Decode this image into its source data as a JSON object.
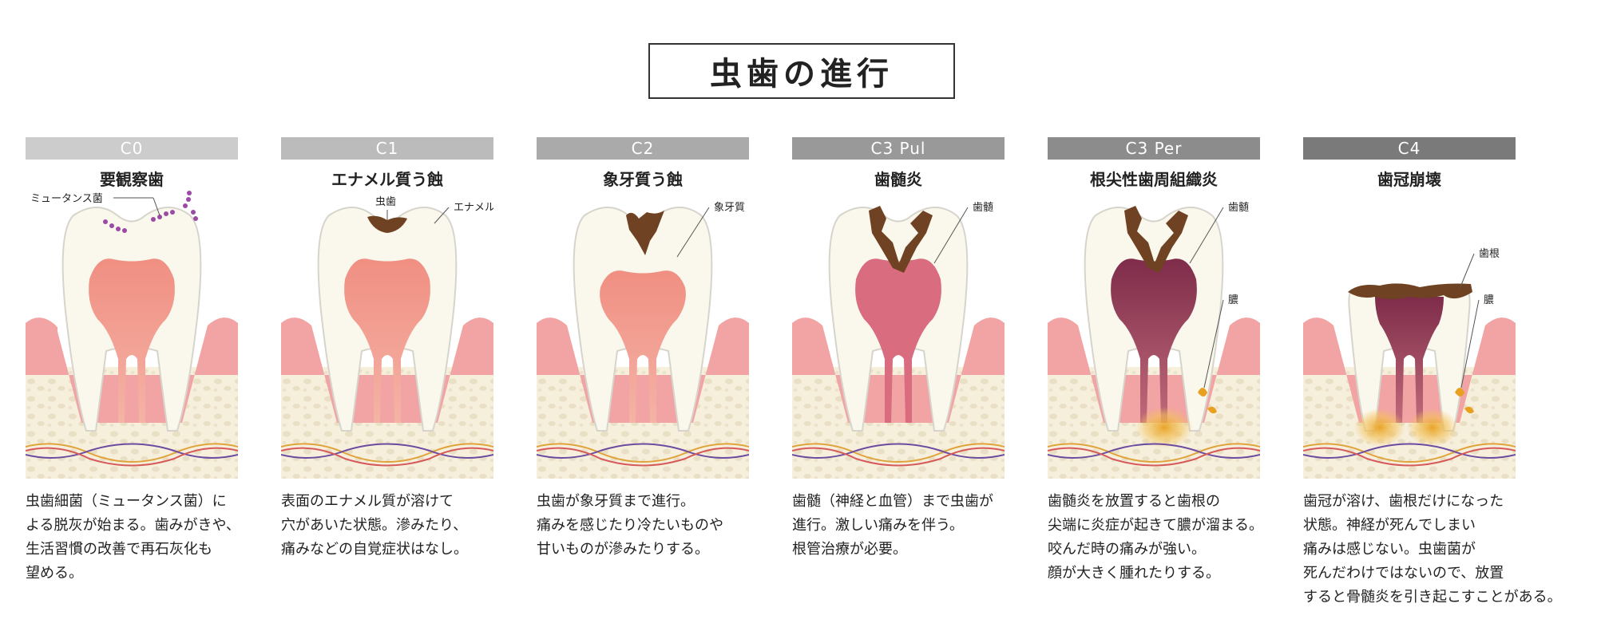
{
  "title": "虫歯の進行",
  "colors": {
    "label_c0": "#cccccc",
    "label_c1": "#bbbbbb",
    "label_c2": "#aaaaaa",
    "label_c3pul": "#999999",
    "label_c3per": "#8c8c8c",
    "label_c4": "#7a7a7a",
    "gum": "#f2a3a3",
    "bone": "#f4ecd9",
    "enamel": "#faf7ec",
    "dentin": "#f7f2dc",
    "pulp": "#ef9a8e",
    "decay": "#6e4222",
    "pus": "#f0b43a"
  },
  "stages": [
    {
      "label": "C0",
      "name": "要観察歯",
      "callouts": [
        "ミュータンス菌"
      ],
      "desc": [
        "虫歯細菌（ミュータンス菌）に",
        "よる脱灰が始まる。歯みがきや、",
        "生活習慣の改善で再石灰化も",
        "望める。"
      ]
    },
    {
      "label": "C1",
      "name": "エナメル質う蝕",
      "callouts": [
        "虫歯",
        "エナメル質"
      ],
      "desc": [
        "表面のエナメル質が溶けて",
        "穴があいた状態。滲みたり、",
        "痛みなどの自覚症状はなし。"
      ]
    },
    {
      "label": "C2",
      "name": "象牙質う蝕",
      "callouts": [
        "象牙質"
      ],
      "desc": [
        "虫歯が象牙質まで進行。",
        "痛みを感じたり冷たいものや",
        "甘いものが滲みたりする。"
      ]
    },
    {
      "label": "C3 Pul",
      "name": "歯髄炎",
      "callouts": [
        "歯髄"
      ],
      "desc": [
        "歯髄（神経と血管）まで虫歯が",
        "進行。激しい痛みを伴う。",
        "根管治療が必要。"
      ]
    },
    {
      "label": "C3 Per",
      "name": "根尖性歯周組織炎",
      "callouts": [
        "歯髄",
        "膿"
      ],
      "desc": [
        "歯髄炎を放置すると歯根の",
        "尖端に炎症が起きて膿が溜まる。",
        "咬んだ時の痛みが強い。",
        "顔が大きく腫れたりする。"
      ]
    },
    {
      "label": "C4",
      "name": "歯冠崩壊",
      "callouts": [
        "歯根",
        "膿"
      ],
      "desc": [
        "歯冠が溶け、歯根だけになった",
        "状態。神経が死んでしまい",
        "痛みは感じない。虫歯菌が",
        "死んだわけではないので、放置",
        "すると骨髄炎を引き起こすことがある。"
      ]
    }
  ]
}
